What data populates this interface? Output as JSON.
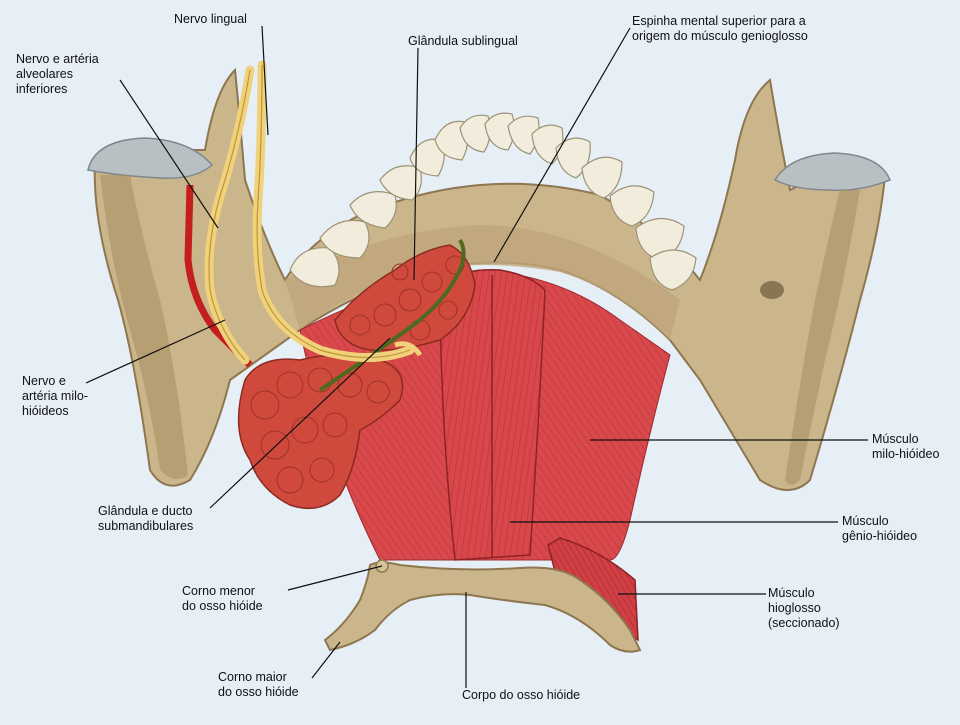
{
  "background_color": "#e6eef6",
  "colors": {
    "bone": "#cbb68c",
    "bone_dark": "#8e7650",
    "teeth": "#f1ecdc",
    "muscle": "#d8474a",
    "muscle_dark": "#a8282c",
    "gland": "#cf4a3c",
    "nerve": "#f1d27a",
    "artery": "#c41e1e",
    "duct": "#4e6a1e",
    "cartilage": "#b9c0c4"
  },
  "labels": {
    "nervo_lingual": [
      "Nervo lingual"
    ],
    "nervo_arteria_alveolares": [
      "Nervo e artéria",
      "alveolares",
      "inferiores"
    ],
    "glandula_sublingual": [
      "Glândula sublingual"
    ],
    "espinha_mental": [
      "Espinha mental superior para a",
      "origem do músculo genioglosso"
    ],
    "nervo_arteria_milo": [
      "Nervo e",
      "artéria milo-",
      "hióideos"
    ],
    "musculo_milo": [
      "Músculo",
      "milo-hióideo"
    ],
    "glandula_ducto_sub": [
      "Glândula e ducto",
      "submandibulares"
    ],
    "musculo_genio": [
      "Músculo",
      "gênio-hióideo"
    ],
    "corno_menor": [
      "Corno menor",
      "do osso hióide"
    ],
    "musculo_hioglosso": [
      "Músculo",
      "hioglosso",
      "(seccionado)"
    ],
    "corno_maior": [
      "Corno maior",
      "do osso hióide"
    ],
    "corpo_hioide": [
      "Corpo do osso hióide"
    ]
  }
}
